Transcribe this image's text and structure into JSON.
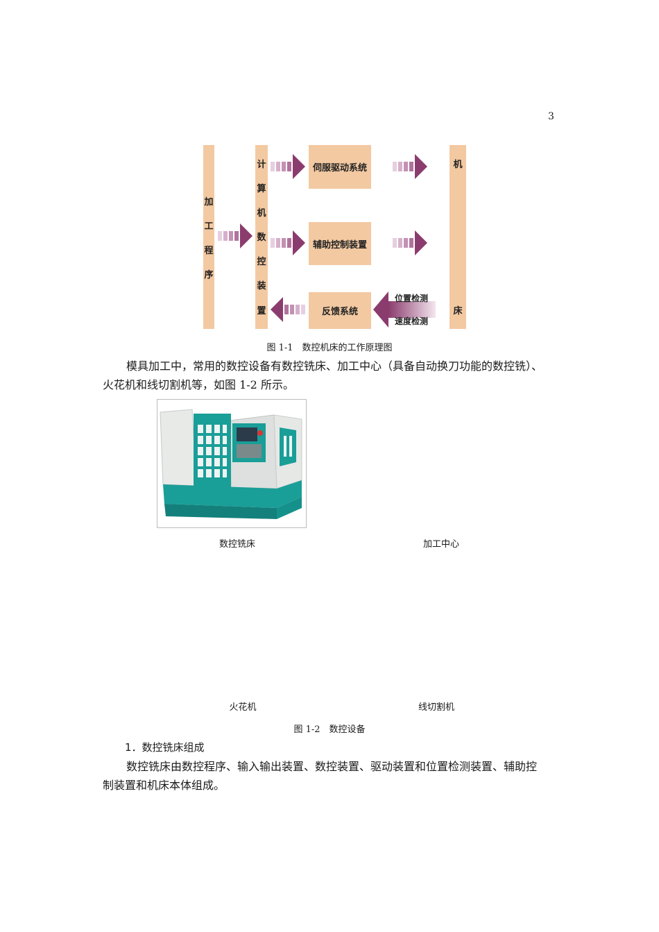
{
  "page_number": "3",
  "figure1": {
    "left_bar_chars": [
      "加",
      "工",
      "程",
      "序"
    ],
    "cnc_bar_chars": [
      "计",
      "算",
      "机",
      "数",
      "控",
      "装",
      "置"
    ],
    "machine_bar_chars": [
      "机",
      "床"
    ],
    "box_servo": "伺服驱动系统",
    "box_aux": "辅助控制装置",
    "box_feedback": "反馈系统",
    "label_position": "位置检测",
    "label_speed": "速度检测",
    "caption": "图 1-1　数控机床的工作原理图",
    "colors": {
      "bar": "#f3c9a2",
      "arrow": "#8b3c6e"
    }
  },
  "paragraph1_line1": "模具加工中，常用的数控设备有数控铣床、加工中心（具备自动换刀功能的数控铣）、",
  "paragraph1_line2": "火花机和线切割机等，如图 1-2 所示。",
  "figure2": {
    "label_mill": "数控铣床",
    "label_center": "加工中心",
    "label_edm": "火花机",
    "label_wire": "线切割机",
    "caption": "图 1-2　数控设备",
    "colors": {
      "machine_green": "#1a9e98",
      "machine_grey": "#e6e8e6"
    }
  },
  "section_heading": "1．数控铣床组成",
  "paragraph2_line1": "数控铣床由数控程序、输入输出装置、数控装置、驱动装置和位置检测装置、辅助控",
  "paragraph2_line2": "制装置和机床本体组成。"
}
